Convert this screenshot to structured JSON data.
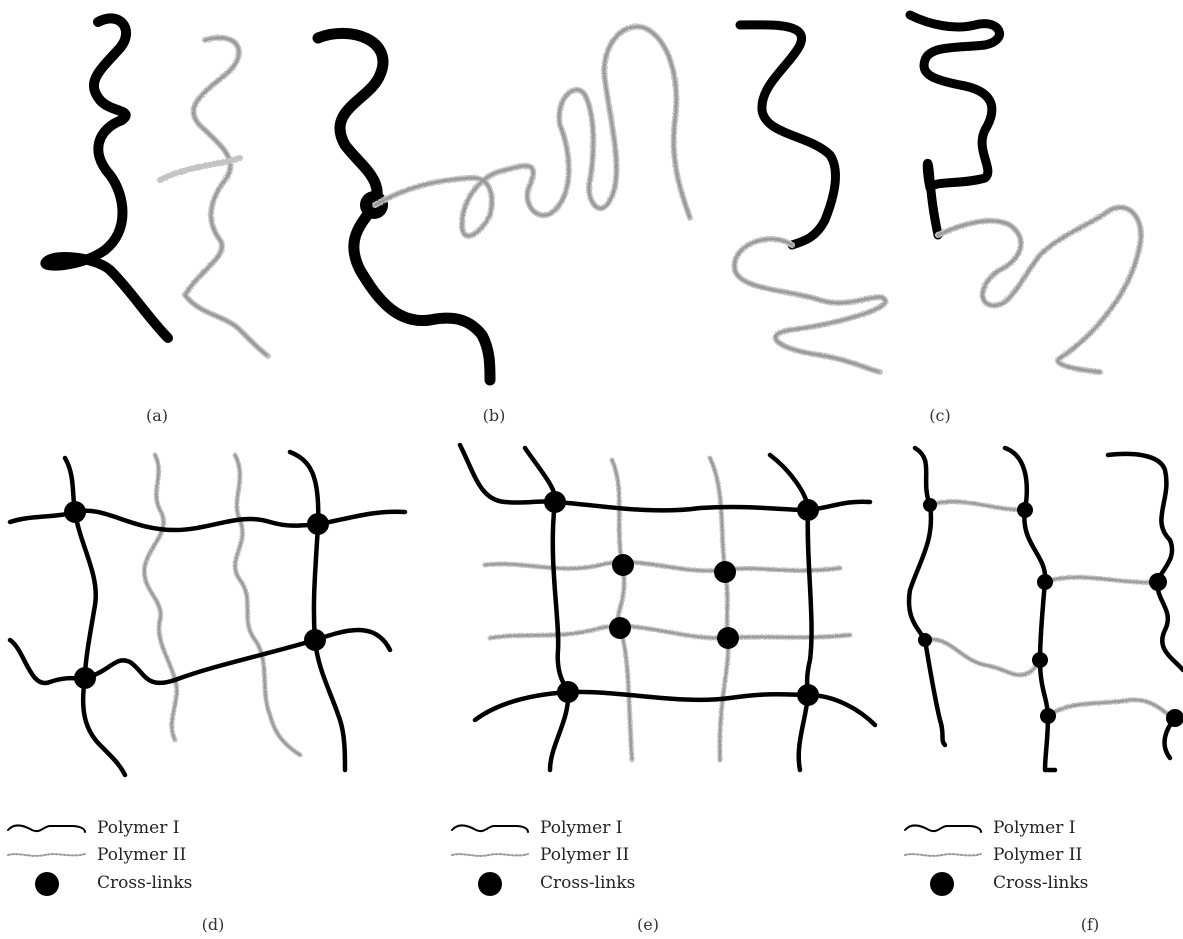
{
  "panel_labels": {
    "a": "(a)",
    "b": "(b)",
    "c": "(c)",
    "d": "(d)",
    "e": "(e)",
    "f": "(f)"
  },
  "legends": {
    "d": {
      "polymer1": "Polymer I",
      "polymer2": "Polymer II",
      "crosslinks": "Cross-links"
    },
    "e": {
      "polymer1": "Polymer I",
      "polymer2": "Polymer II",
      "crosslinks": "Cross-links"
    },
    "f": {
      "polymer1": "Polymer I",
      "polymer2": "Polymer II",
      "crosslinks": "Cross-links"
    }
  },
  "colors": {
    "polymer1": "#000000",
    "polymer2": "#9a9a9a",
    "crosslink": "#000000"
  }
}
